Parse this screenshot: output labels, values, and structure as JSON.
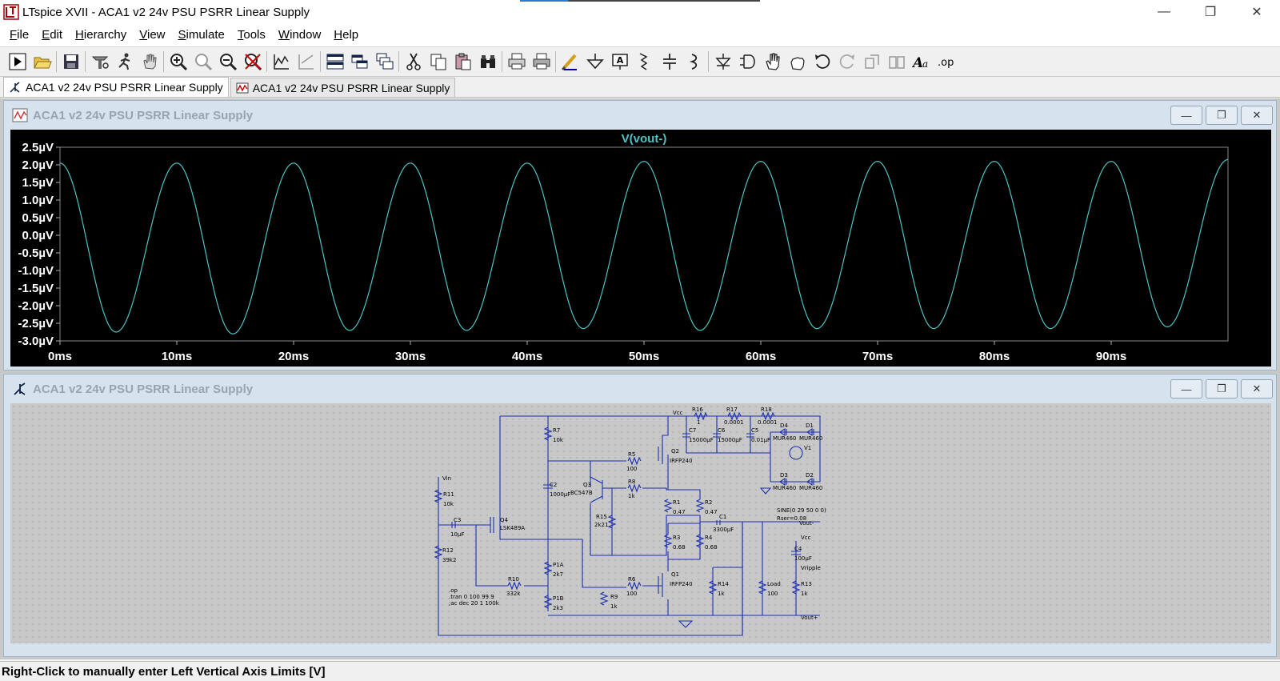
{
  "window": {
    "title": "LTspice XVII - ACA1 v2 24v PSU PSRR Linear Supply",
    "controls": {
      "minimize": "—",
      "maximize": "❐",
      "close": "✕"
    }
  },
  "menu": [
    {
      "u": "F",
      "rest": "ile"
    },
    {
      "u": "E",
      "rest": "dit"
    },
    {
      "u": "H",
      "rest": "ierarchy"
    },
    {
      "u": "V",
      "rest": "iew"
    },
    {
      "u": "S",
      "rest": "imulate"
    },
    {
      "u": "T",
      "rest": "ools"
    },
    {
      "u": "W",
      "rest": "indow"
    },
    {
      "u": "H",
      "rest": "elp"
    }
  ],
  "toolbar_icons": [
    "run-icon",
    "open-icon",
    "save-icon",
    "control-panel-icon",
    "run-halt-icon",
    "pan-icon",
    "zoom-in-icon",
    "zoom-fit-icon",
    "zoom-out-icon",
    "zoom-cancel-icon",
    "autorange-icon",
    "delete-traces-icon",
    "tile-horizontal-icon",
    "tile-vertical-icon",
    "cascade-icon",
    "cut-icon",
    "copy-icon",
    "paste-icon",
    "find-icon",
    "print-setup-icon",
    "print-icon",
    "wire-icon",
    "ground-icon",
    "label-net-icon",
    "resistor-icon",
    "capacitor-icon",
    "inductor-icon",
    "diode-icon",
    "component-icon",
    "move-icon",
    "drag-icon",
    "undo-icon",
    "redo-icon",
    "rotate-icon",
    "mirror-icon",
    "text-icon",
    "spice-directive-icon"
  ],
  "tabs": [
    {
      "label": "ACA1 v2 24v PSU PSRR Linear Supply",
      "kind": "schematic"
    },
    {
      "label": "ACA1 v2 24v PSU PSRR Linear Supply",
      "kind": "waveform"
    }
  ],
  "plot_window": {
    "title": "ACA1 v2 24v PSU PSRR Linear Supply",
    "trace_color": "#4fc3c3",
    "chart_data": {
      "type": "line",
      "title": "V(vout-)",
      "y_ticks": [
        "2.5µV",
        "2.0µV",
        "1.5µV",
        "1.0µV",
        "0.5µV",
        "0.0µV",
        "-0.5µV",
        "-1.0µV",
        "-1.5µV",
        "-2.0µV",
        "-2.5µV",
        "-3.0µV"
      ],
      "x_ticks": [
        "0ms",
        "10ms",
        "20ms",
        "30ms",
        "40ms",
        "50ms",
        "60ms",
        "70ms",
        "80ms",
        "90ms"
      ],
      "xlim": [
        0,
        100
      ],
      "ylim": [
        -3.0,
        2.5
      ],
      "series": [
        {
          "name": "V(vout-)",
          "x": [
            0,
            4.8,
            10,
            14.8,
            20,
            24.8,
            30,
            34.8,
            40,
            44.8,
            50,
            54.8,
            60,
            64.8,
            70,
            74.8,
            80,
            74.8,
            80,
            84.8,
            90,
            94.8,
            100
          ],
          "y": [
            2.05,
            -2.75,
            2.05,
            -2.8,
            2.05,
            -2.7,
            2.05,
            -2.7,
            2.05,
            -2.65,
            2.1,
            -2.7,
            2.1,
            -2.65,
            2.1,
            -2.65,
            2.1,
            -2.65,
            2.1,
            -2.65,
            2.1,
            -2.6,
            2.15
          ]
        }
      ]
    }
  },
  "schematic_window": {
    "title": "ACA1 v2 24v PSU PSRR Linear Supply",
    "labels": {
      "vcc_top": "Vcc",
      "r16": "R16",
      "r16v": "1",
      "r17": "R17",
      "r17v": "0.0001",
      "r18": "R18",
      "r18v": "0.0001",
      "c7": "C7",
      "c7v": "15000µF",
      "c6": "C6",
      "c6v": "15000µF",
      "c5": "C5",
      "c5v": "0.01µF",
      "d4": "D4",
      "d4v": "MUR460",
      "d1": "D1",
      "d1v": "MUR460",
      "v1": "V1",
      "d3": "D3",
      "d3v": "MUR460",
      "d2": "D2",
      "d2v": "MUR460",
      "r7": "R7",
      "r7v": "10k",
      "r5": "R5",
      "r5v": "100",
      "q2": "Q2",
      "q2v": "IRFP240",
      "c2": "C2",
      "c2v": "1000µF",
      "q3": "Q3",
      "q3v": "BC547B",
      "r8": "R8",
      "r8v": "1k",
      "vin": "Vin",
      "r11": "R11",
      "r11v": "10k",
      "c3": "C3",
      "c3v": "10µF",
      "q4": "Q4",
      "q4v": "LSK489A",
      "r15": "R15",
      "r15v": "2k21",
      "r1": "R1",
      "r1v": "0.47",
      "r2": "R2",
      "r2v": "0.47",
      "c1": "C1",
      "c1v": "3300µF",
      "sine": "SINE(0 29 50 0 0)",
      "rser": "Rser=0.08",
      "vout_minus": "Vout-",
      "r12": "R12",
      "r12v": "39k2",
      "r3": "R3",
      "r3v": "0.68",
      "r4": "R4",
      "r4v": "0.68",
      "vcc2": "Vcc",
      "c4": "C4",
      "c4v": "100µF",
      "vripple": "Vripple",
      "p1a": "P1A",
      "p1av": "2k7",
      "r10": "R10",
      "r10v": "332k",
      "r6": "R6",
      "r6v": "100",
      "q1": "Q1",
      "q1v": "IRFP240",
      "r14": "R14",
      "r14v": "1k",
      "load": "Load",
      "loadv": "100",
      "r13": "R13",
      "r13v": "1k",
      "op": ".op",
      "tran": ".tran 0 100 99.9",
      "ac": ";ac dec 20 1 100k",
      "p1b": "P1B",
      "p1bv": "2k3",
      "r9": "R9",
      "r9v": "1k",
      "vout_plus": "Vout+"
    }
  },
  "status": "Right-Click to manually enter Left Vertical Axis Limits [V]"
}
